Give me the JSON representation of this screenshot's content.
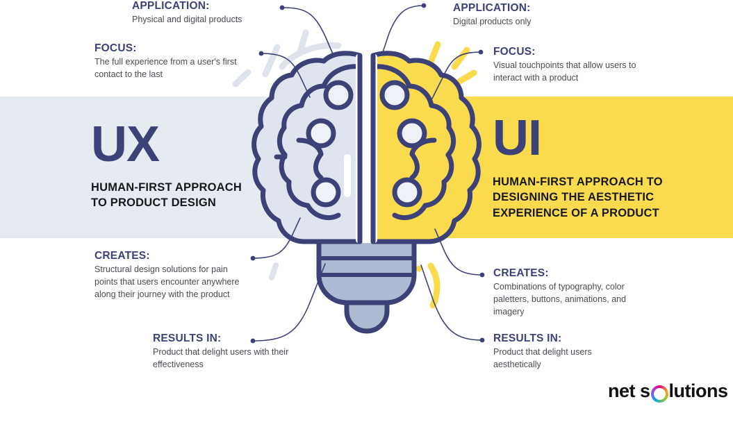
{
  "colors": {
    "navy": "#3c4178",
    "yellow": "#fadb4e",
    "pale_blue": "#e6eaf1",
    "body_text": "#4a4a55",
    "subhead_text": "#18181c",
    "brain_left_fill": "#dfe4ef",
    "brain_right_fill": "#fadb4e",
    "bulb_base": "#aebad2"
  },
  "bands": {
    "left_label": "ux-band",
    "right_label": "ui-band"
  },
  "ux": {
    "word": "UX",
    "subtitle": "HUMAN-FIRST APPROACH\nTO PRODUCT DESIGN",
    "subtitle_line1": "HUMAN-FIRST APPROACH",
    "subtitle_line2": "TO PRODUCT DESIGN"
  },
  "ui": {
    "word": "UI",
    "subtitle_line1": "HUMAN-FIRST APPROACH TO",
    "subtitle_line2": "DESIGNING THE AESTHETIC",
    "subtitle_line3": "EXPERIENCE OF A PRODUCT"
  },
  "left_callouts": [
    {
      "title": "APPLICATION:",
      "body": "Physical and digital products"
    },
    {
      "title": "FOCUS:",
      "body": "The full experience from a user's first contact to the last"
    },
    {
      "title": "CREATES:",
      "body": "Structural design solutions for pain points that users encounter anywhere along their journey with the product"
    },
    {
      "title": "RESULTS IN:",
      "body": "Product that delight users with their effectiveness"
    }
  ],
  "right_callouts": [
    {
      "title": "APPLICATION:",
      "body": "Digital products only"
    },
    {
      "title": "FOCUS:",
      "body": "Visual touchpoints that allow users to interact with a product"
    },
    {
      "title": "CREATES:",
      "body": "Combinations of typography, color paletters, buttons, animations, and imagery"
    },
    {
      "title": "RESULTS IN:",
      "body": "Product that delight users aesthetically"
    }
  ],
  "logo": {
    "part1": "net s",
    "ring": "o",
    "part2": "lutions",
    "full": "net solutions"
  }
}
